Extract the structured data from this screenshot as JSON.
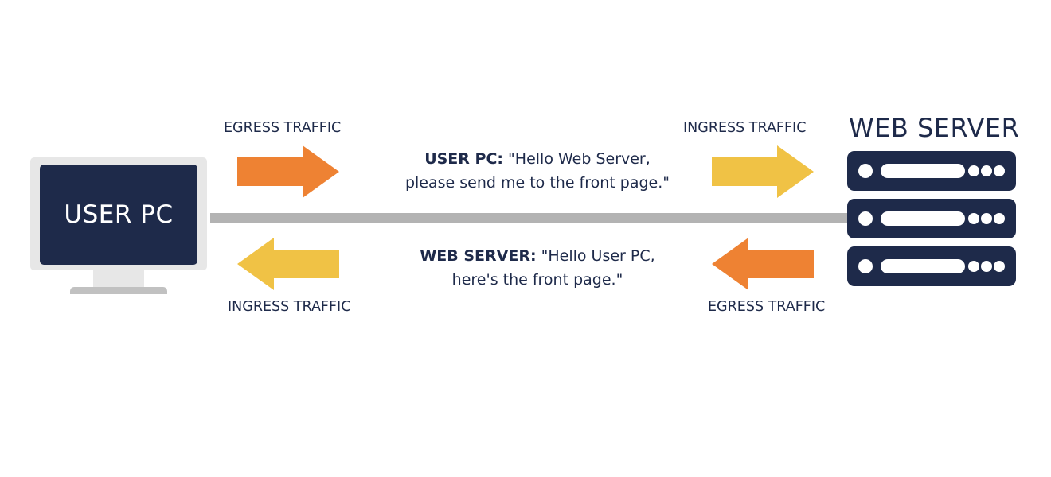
{
  "user_pc": {
    "label": "USER PC"
  },
  "web_server": {
    "title": "WEB SERVER"
  },
  "labels": {
    "top_left": "EGRESS TRAFFIC",
    "top_right": "INGRESS TRAFFIC",
    "bottom_left": "INGRESS TRAFFIC",
    "bottom_right": "EGRESS TRAFFIC"
  },
  "messages": {
    "request": {
      "speaker": "USER PC:",
      "line1": " \"Hello Web Server,",
      "line2": "please send me to the front page.\""
    },
    "response": {
      "speaker": "WEB SERVER:",
      "line1": " \"Hello User PC,",
      "line2": "here's the front page.\""
    }
  },
  "colors": {
    "navy": "#1e2a4a",
    "egress_orange": "#ee8233",
    "ingress_yellow": "#f0c245",
    "line_gray": "#b3b3b3"
  }
}
